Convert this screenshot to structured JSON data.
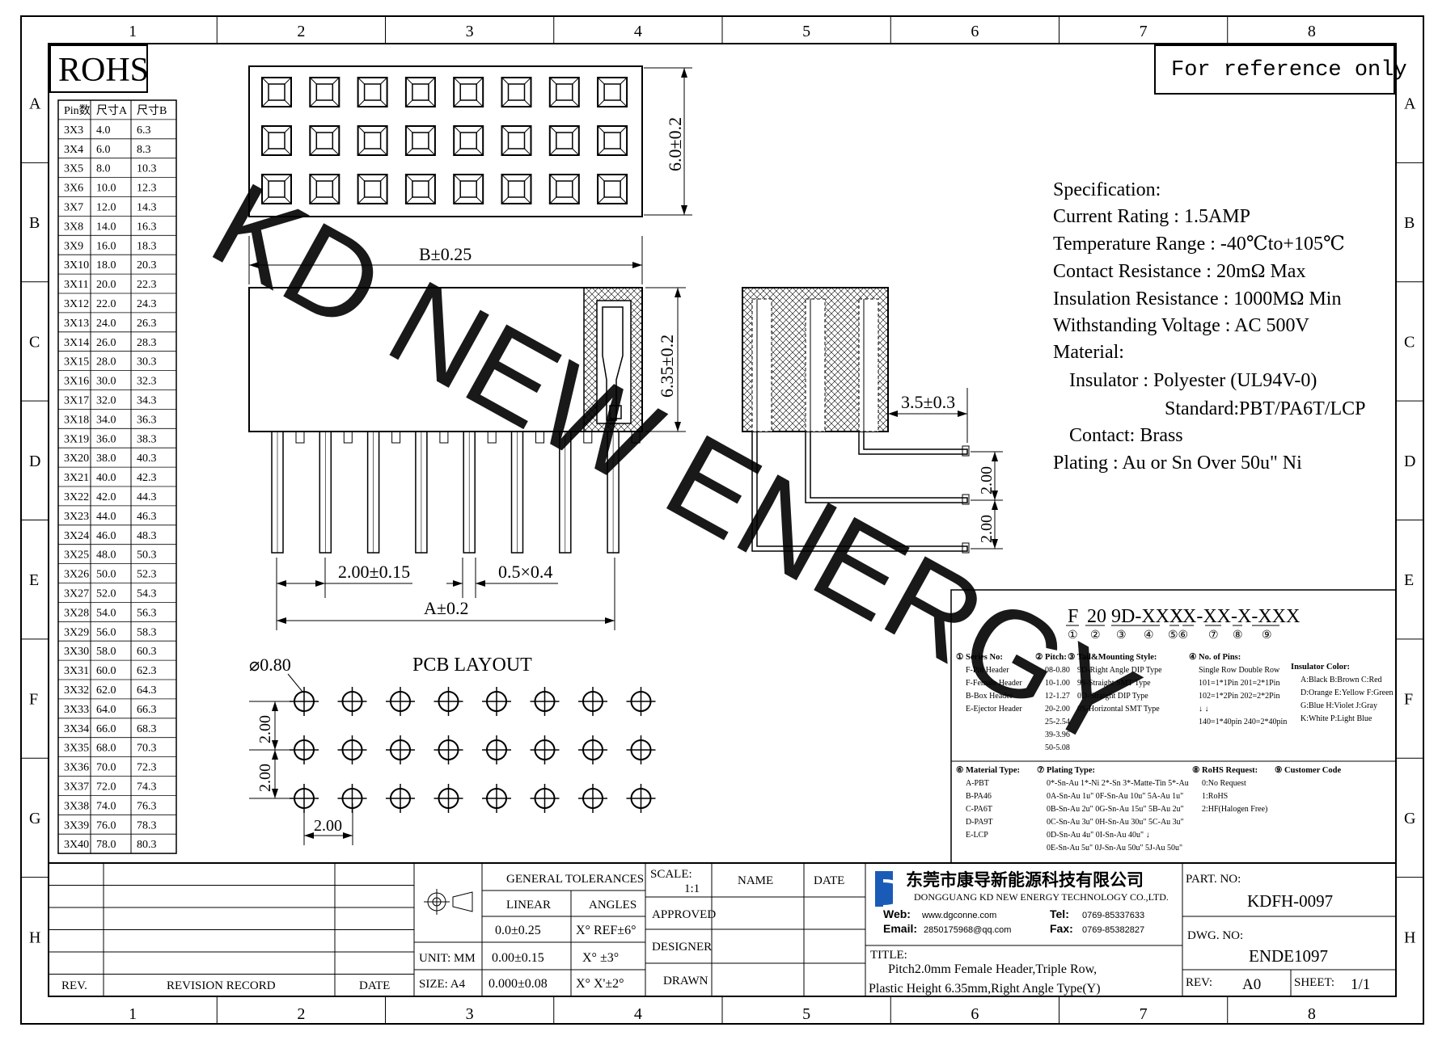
{
  "frame": {
    "col_labels": [
      "1",
      "2",
      "3",
      "4",
      "5",
      "6",
      "7",
      "8"
    ],
    "row_labels": [
      "A",
      "B",
      "C",
      "D",
      "E",
      "F",
      "G",
      "H"
    ]
  },
  "rohs": "ROHS",
  "reference_note": "For reference only",
  "watermark": "KD NEW ENERGY",
  "pin_table": {
    "headers": [
      "Pin数",
      "尺寸A",
      "尺寸B"
    ],
    "rows": [
      [
        "3X3",
        "4.0",
        "6.3"
      ],
      [
        "3X4",
        "6.0",
        "8.3"
      ],
      [
        "3X5",
        "8.0",
        "10.3"
      ],
      [
        "3X6",
        "10.0",
        "12.3"
      ],
      [
        "3X7",
        "12.0",
        "14.3"
      ],
      [
        "3X8",
        "14.0",
        "16.3"
      ],
      [
        "3X9",
        "16.0",
        "18.3"
      ],
      [
        "3X10",
        "18.0",
        "20.3"
      ],
      [
        "3X11",
        "20.0",
        "22.3"
      ],
      [
        "3X12",
        "22.0",
        "24.3"
      ],
      [
        "3X13",
        "24.0",
        "26.3"
      ],
      [
        "3X14",
        "26.0",
        "28.3"
      ],
      [
        "3X15",
        "28.0",
        "30.3"
      ],
      [
        "3X16",
        "30.0",
        "32.3"
      ],
      [
        "3X17",
        "32.0",
        "34.3"
      ],
      [
        "3X18",
        "34.0",
        "36.3"
      ],
      [
        "3X19",
        "36.0",
        "38.3"
      ],
      [
        "3X20",
        "38.0",
        "40.3"
      ],
      [
        "3X21",
        "40.0",
        "42.3"
      ],
      [
        "3X22",
        "42.0",
        "44.3"
      ],
      [
        "3X23",
        "44.0",
        "46.3"
      ],
      [
        "3X24",
        "46.0",
        "48.3"
      ],
      [
        "3X25",
        "48.0",
        "50.3"
      ],
      [
        "3X26",
        "50.0",
        "52.3"
      ],
      [
        "3X27",
        "52.0",
        "54.3"
      ],
      [
        "3X28",
        "54.0",
        "56.3"
      ],
      [
        "3X29",
        "56.0",
        "58.3"
      ],
      [
        "3X30",
        "58.0",
        "60.3"
      ],
      [
        "3X31",
        "60.0",
        "62.3"
      ],
      [
        "3X32",
        "62.0",
        "64.3"
      ],
      [
        "3X33",
        "64.0",
        "66.3"
      ],
      [
        "3X34",
        "66.0",
        "68.3"
      ],
      [
        "3X35",
        "68.0",
        "70.3"
      ],
      [
        "3X36",
        "70.0",
        "72.3"
      ],
      [
        "3X37",
        "72.0",
        "74.3"
      ],
      [
        "3X38",
        "74.0",
        "76.3"
      ],
      [
        "3X39",
        "76.0",
        "78.3"
      ],
      [
        "3X40",
        "78.0",
        "80.3"
      ]
    ]
  },
  "dims": {
    "height_top": "6.0±0.2",
    "b_dim": "B±0.25",
    "height_side": "6.35±0.2",
    "pitch": "2.00±0.15",
    "pin_size": "0.5×0.4",
    "a_dim": "A±0.2",
    "offset": "3.5±0.3",
    "row_pitch_1": "2.00",
    "row_pitch_2": "2.00"
  },
  "pcb": {
    "title": "PCB LAYOUT",
    "hole": "⌀0.80",
    "v1": "2.00",
    "v2": "2.00",
    "h": "2.00"
  },
  "spec": {
    "title": "Specification:",
    "lines": [
      "Current Rating : 1.5AMP",
      "Temperature Range : -40℃to+105℃",
      "Contact Resistance : 20mΩ Max",
      "Insulation Resistance : 1000MΩ Min",
      "Withstanding Voltage : AC 500V",
      "Material:",
      "Insulator : Polyester (UL94V-0)",
      "Standard:PBT/PA6T/LCP",
      "Contact: Brass",
      "Plating : Au or Sn Over 50u\" Ni"
    ]
  },
  "part_code": {
    "segments": [
      "F",
      "20",
      "9D-XXX",
      "X",
      "X-XX-X-XXX"
    ],
    "markers": [
      "①",
      "②",
      "③",
      "④",
      "⑤⑥",
      "⑦",
      "⑧",
      "⑨"
    ],
    "col1": {
      "head": "① Series No:",
      "items": [
        "F-Pin Header",
        "F-Female Header",
        "B-Box Header",
        "E-Ejector Header"
      ]
    },
    "col2": {
      "head": "② Pitch:",
      "items": [
        "08-0.80",
        "10-1.00",
        "12-1.27",
        "20-2.00",
        "25-2.54",
        "39-3.96",
        "50-5.08"
      ]
    },
    "col3": {
      "head": "③ Tail&Mounting Style:",
      "items": [
        "9D-Right Angle DIP Type",
        "9S-Straight SMT Type",
        "0D-Straight DIP Type",
        "0S-Horizontal SMT Type"
      ]
    },
    "col4": {
      "head": "④ No. of Pins:",
      "items": [
        "Single Row   Double Row",
        "101=1*1Pin   201=2*1Pin",
        "102=1*2Pin   202=2*2Pin",
        "↓        ↓",
        "140=1*40pin   240=2*40pin"
      ]
    },
    "col5": {
      "head": "Insulator Color:",
      "items": [
        "A:Black  B:Brown  C:Red",
        "D:Orange E:Yellow F:Green",
        "G:Blue   H:Violet J:Gray",
        "K:White  P:Light Blue"
      ]
    },
    "col6": {
      "head": "⑥ Material Type:",
      "items": [
        "A-PBT",
        "B-PA46",
        "C-PA6T",
        "D-PA9T",
        "E-LCP"
      ]
    },
    "col7": {
      "head": "⑦ Plating Type:",
      "items": [
        "0*-Sn-Au 1*-Ni 2*-Sn 3*-Matte-Tin 5*-Au",
        "0A-Sn-Au 1u\" 0F-Sn-Au 10u\"  5A-Au 1u\"",
        "0B-Sn-Au 2u\" 0G-Sn-Au 15u\"  5B-Au 2u\"",
        "0C-Sn-Au 3u\" 0H-Sn-Au 30u\"  5C-Au 3u\"",
        "0D-Sn-Au 4u\" 0I-Sn-Au 40u\"    ↓",
        "0E-Sn-Au 5u\" 0J-Sn-Au 50u\"  5J-Au 50u\""
      ]
    },
    "col8": {
      "head": "⑧ RoHS Request:",
      "items": [
        "0:No Request",
        "1:RoHS",
        "2:HF(Halogen Free)"
      ]
    },
    "col9": {
      "head": "⑨ Customer Code",
      "items": []
    }
  },
  "title_block": {
    "tolerances_title": "GENERAL TOLERANCES",
    "linear": "LINEAR",
    "angles": "ANGLES",
    "tol_rows": [
      [
        "0.0±0.25",
        "X° REF±6°"
      ],
      [
        "0.00±0.15",
        "X° ±3°"
      ],
      [
        "0.000±0.08",
        "X° X'±2°"
      ]
    ],
    "unit": "UNIT: MM",
    "size": "SIZE: A4",
    "scale_label": "SCALE:",
    "scale_value": "1:1",
    "name": "NAME",
    "date": "DATE",
    "approved": "APPROVED",
    "designer": "DESIGNER",
    "drawn": "DRAWN",
    "rev": "REV.",
    "revision_record": "REVISION RECORD",
    "rev_date": "DATE",
    "company_cn": "东莞市康导新能源科技有限公司",
    "company_en": "DONGGUANG KD NEW ENERGY TECHNOLOGY CO.,LTD.",
    "web_label": "Web:",
    "web": "www.dgconne.com",
    "tel_label": "Tel:",
    "tel": "0769-85337633",
    "email_label": "Email:",
    "email": "2850175968@qq.com",
    "fax_label": "Fax:",
    "fax": "0769-85382827",
    "title_label": "TITLE:",
    "title_line1": "Pitch2.0mm Female Header,Triple Row,",
    "title_line2": "Plastic Height 6.35mm,Right Angle Type(Y)",
    "part_no_label": "PART. NO:",
    "part_no": "KDFH-0097",
    "dwg_no_label": "DWG. NO:",
    "dwg_no": "ENDE1097",
    "rev_label": "REV:",
    "rev_value": "A0",
    "sheet_label": "SHEET:",
    "sheet_value": "1/1"
  },
  "colors": {
    "watermark": "#1fe6e6",
    "line": "#000000",
    "logo": "#1a5bb8"
  }
}
